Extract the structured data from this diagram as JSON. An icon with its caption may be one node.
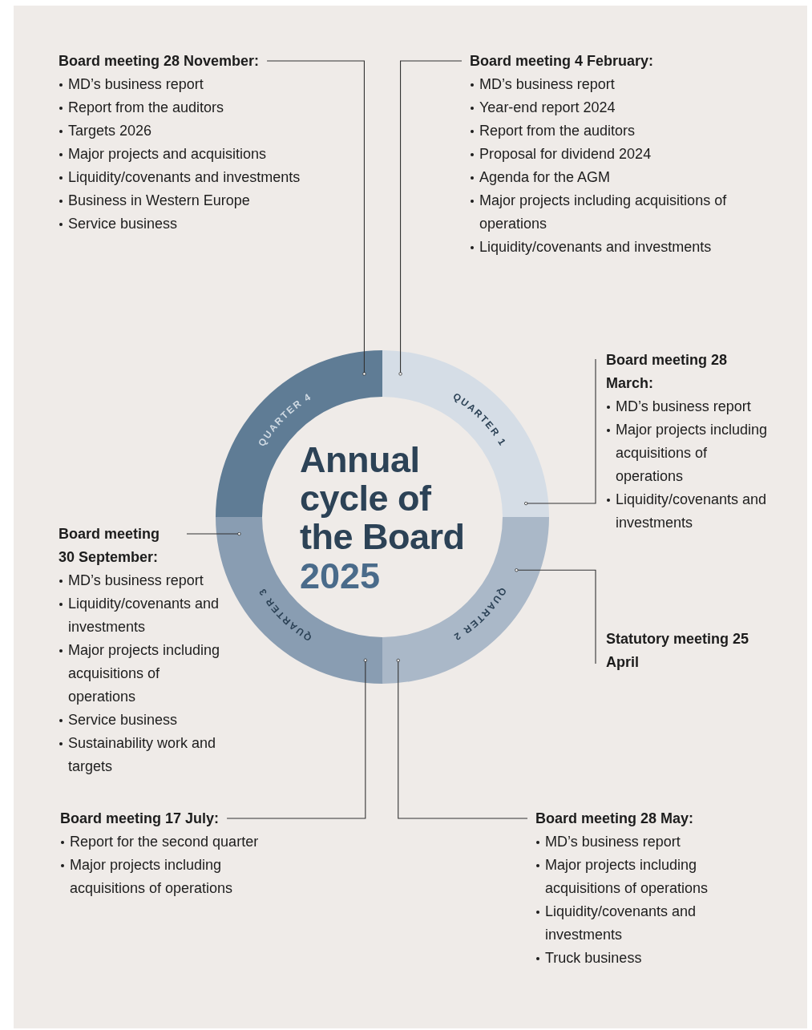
{
  "diagram": {
    "title": "Annual cycle of the Board",
    "nodes": [
      {
        "text": [
          "QUARTER 1"
        ]
      },
      {
        "text": [
          "QUARTER 2"
        ]
      },
      {
        "text": [
          "QUARTER 3"
        ]
      },
      {
        "text": [
          "QUARTER 4"
        ]
      },
      {
        "text": [
          "Board meeting 28 November:",
          "MD’s business report",
          "Report from the auditors",
          "Targets 2026",
          "Major projects and acquisitions",
          "Liquidity/covenants and investments",
          "Business in Western Europe",
          "Service business"
        ]
      },
      {
        "text": [
          "Board meeting 4 February:",
          "MD’s business report",
          "Year-end report 2024",
          "Report from the auditors",
          "Proposal for dividend 2024",
          "Agenda for the AGM",
          "Major projects including acquisitions of operations",
          "Liquidity/covenants and investments"
        ]
      },
      {
        "text": [
          "Board meeting 28 March:",
          "MD’s business report",
          "Major projects including acquisitions of operations",
          "Liquidity/covenants and investments"
        ]
      },
      {
        "text": [
          "Board meeting 30 September:",
          "MD’s business report",
          "Liquidity/covenants and investments",
          "Major projects including acquisitions of operations",
          "Service business",
          "Sustainability work and targets"
        ]
      },
      {
        "text": [
          "Statutory meeting 25 April"
        ]
      },
      {
        "text": [
          "Board meeting 17 July:",
          "Report for the second quarter",
          "Major projects including acquisitions of operations"
        ]
      },
      {
        "text": [
          "Board meeting 28 May:",
          "MD’s business report",
          "Major projects including acquisitions of operations",
          "Liquidity/covenants and investments",
          "Truck business"
        ]
      }
    ],
    "edges": [
      {
        "from": 4,
        "to": 3,
        "arrow": "other"
      },
      {
        "from": 5,
        "to": 0,
        "arrow": "other"
      },
      {
        "from": 6,
        "to": 0,
        "arrow": "other"
      },
      {
        "from": 7,
        "to": 2,
        "arrow": "other"
      },
      {
        "from": 8,
        "to": 1,
        "arrow": "other"
      },
      {
        "from": 9,
        "to": 2,
        "arrow": "other"
      },
      {
        "from": 10,
        "to": 1,
        "arrow": "other"
      }
    ],
    "labels": [
      "2025"
    ]
  }
}
